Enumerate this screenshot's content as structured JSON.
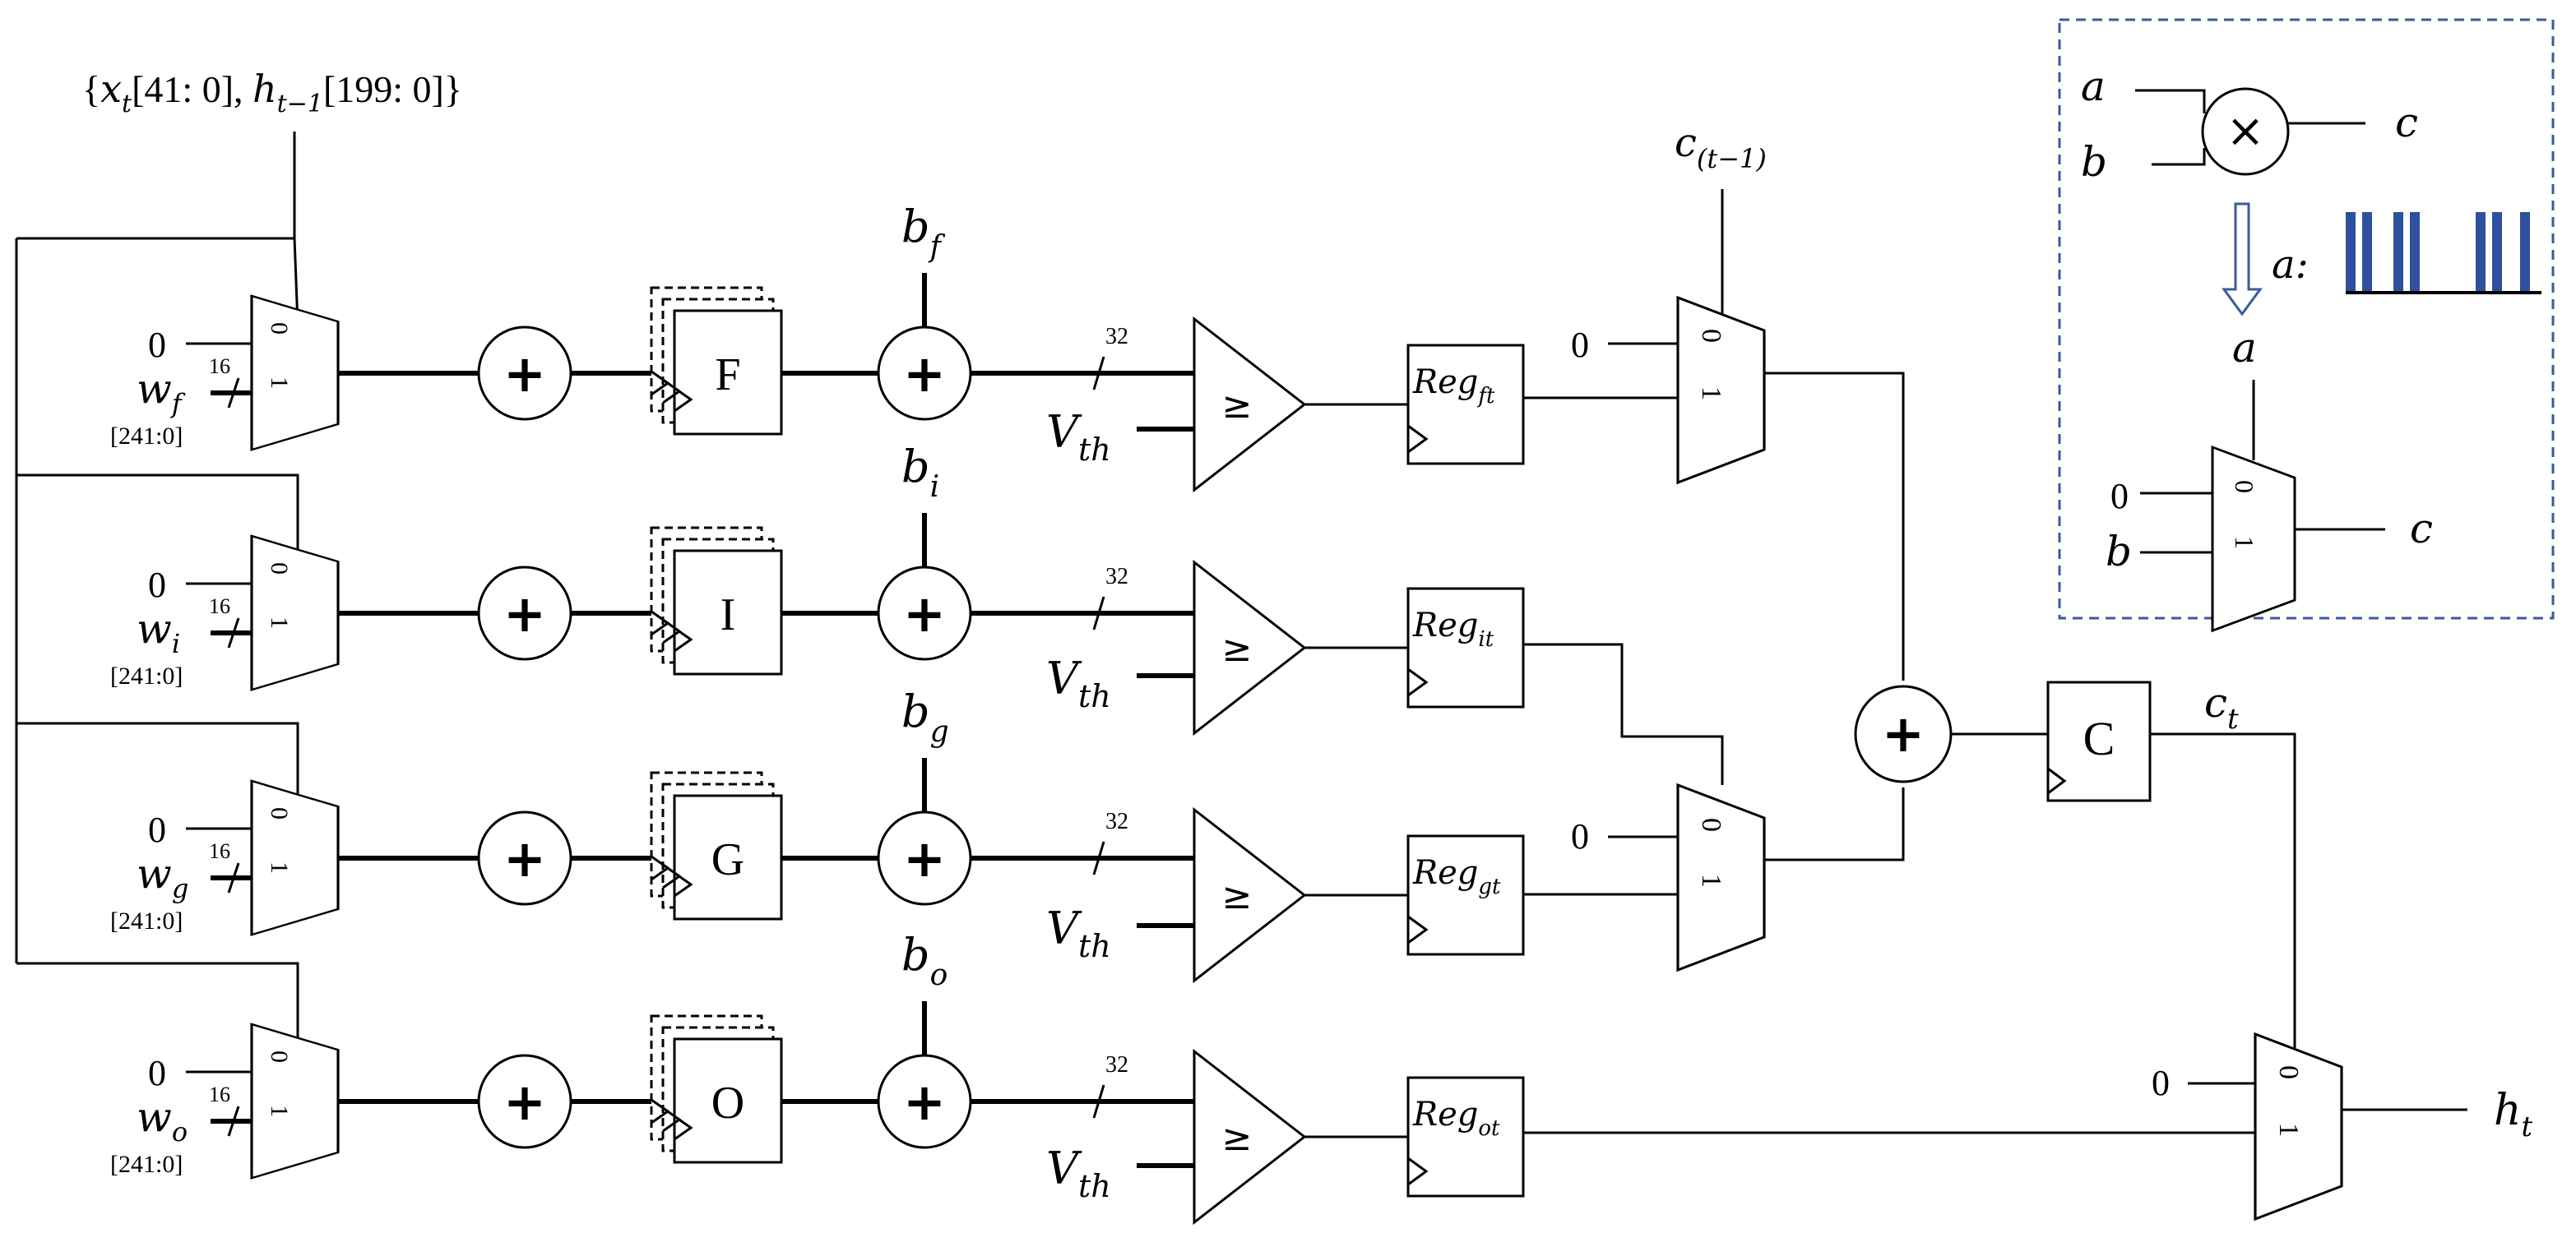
{
  "input_bus": {
    "x_sym": "x",
    "x_sub": "t",
    "x_range": "[41: 0]",
    "h_sym": "h",
    "h_sub": "t−1",
    "h_range": "[199: 0]"
  },
  "mux": {
    "sel0": "0",
    "sel1": "1"
  },
  "zero_label": "0",
  "width_16": "16",
  "width_32": "32",
  "weight_range": "[241:0]",
  "plus_sign": "+",
  "geq_sign": "≥",
  "vth": {
    "sym": "V",
    "sub": "th"
  },
  "gates": [
    {
      "weight_sub": "f",
      "reg_label": "F",
      "bias_sub": "f",
      "out_sub": "ft"
    },
    {
      "weight_sub": "i",
      "reg_label": "I",
      "bias_sub": "i",
      "out_sub": "it"
    },
    {
      "weight_sub": "g",
      "reg_label": "G",
      "bias_sub": "g",
      "out_sub": "gt"
    },
    {
      "weight_sub": "o",
      "reg_label": "O",
      "bias_sub": "o",
      "out_sub": "ot"
    }
  ],
  "reg_prefix": "Reg",
  "weight_sym": "w",
  "bias_sym": "b",
  "c_prev": {
    "sym": "c",
    "sub": "(t−1)"
  },
  "cell_reg": "C",
  "c_t": {
    "sym": "c",
    "sub": "t"
  },
  "h_t": {
    "sym": "h",
    "sub": "t"
  },
  "legend": {
    "a": "a",
    "b": "b",
    "c": "c",
    "times": "×",
    "a_colon": "a:",
    "spike_color": "#2f4f9f",
    "border_color": "#3a5a9e",
    "pulse_count": 6
  }
}
